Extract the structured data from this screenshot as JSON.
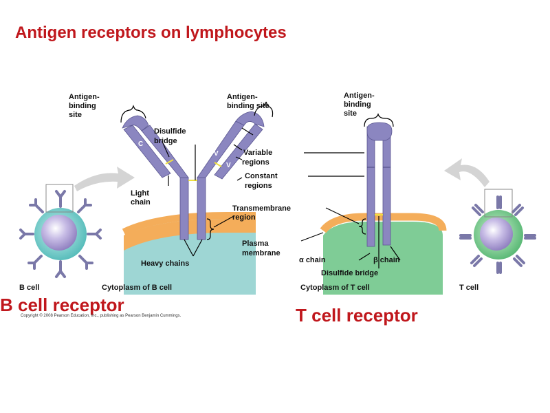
{
  "title": "Antigen receptors on lymphocytes",
  "b_caption": "B cell receptor",
  "t_caption": "T cell receptor",
  "copyright": "Copyright © 2008 Pearson Education, Inc., publishing as Pearson Benjamin Cummings.",
  "labels": {
    "ab_site_left": [
      "Antigen-",
      "binding",
      "site"
    ],
    "ab_site_mid": [
      "Antigen-",
      "binding site"
    ],
    "ab_site_t": [
      "Antigen-",
      "binding",
      "site"
    ],
    "disulfide_bridge": [
      "Disulfide",
      "bridge"
    ],
    "variable_regions": [
      "Variable",
      "regions"
    ],
    "constant_regions": [
      "Constant",
      "regions"
    ],
    "light_chain": [
      "Light",
      "chain"
    ],
    "transmembrane_region": [
      "Transmembrane",
      "region"
    ],
    "plasma_membrane": [
      "Plasma",
      "membrane"
    ],
    "heavy_chains": "Heavy chains",
    "b_cell": "B cell",
    "cytoplasm_b": "Cytoplasm of B cell",
    "cytoplasm_t": "Cytoplasm of T cell",
    "t_cell": "T cell",
    "alpha_chain": "α chain",
    "beta_chain": "β chain",
    "disulfide_bridge_t": "Disulfide bridge",
    "v_mark": "V",
    "c_mark": "C"
  },
  "colors": {
    "title": "#c0171c",
    "chain": "#8b86c0",
    "membrane": "#f4ad5a",
    "b_cytoplasm": "#9ed6d4",
    "t_cytoplasm": "#7fcc96",
    "disulfide": "#f0e040",
    "b_cell_body": "#7fd0cf",
    "t_cell_body": "#8fd69a",
    "nucleus": "#b7a8da"
  }
}
